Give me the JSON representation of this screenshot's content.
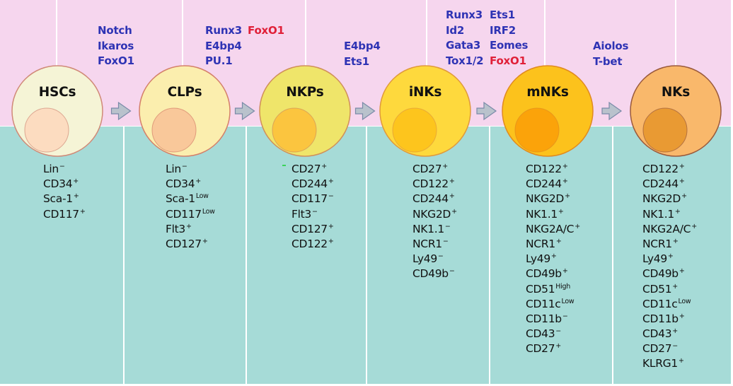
{
  "title": "NK cell development stages",
  "colors": {
    "tf_blue": "#2e33b4",
    "tf_red": "#e02038",
    "top_band": "#f6d6ee",
    "bottom_band": "#a6dbd7",
    "arrow_fill": "#b9c2cc"
  },
  "stages": [
    {
      "label": "HSCs",
      "outer_color": "#f5f4d6",
      "inner_color": "#fcdcc0",
      "markers": [
        {
          "name": "Lin",
          "sup": "−"
        },
        {
          "name": "CD34",
          "sup": "+"
        },
        {
          "name": "Sca-1",
          "sup": "+"
        },
        {
          "name": "CD117",
          "sup": "+"
        }
      ]
    },
    {
      "label": "CLPs",
      "outer_color": "#fbeeae",
      "inner_color": "#f9c89a",
      "markers": [
        {
          "name": "Lin",
          "sup": "−"
        },
        {
          "name": "CD34",
          "sup": "+"
        },
        {
          "name": "Sca-1",
          "sup": "Low"
        },
        {
          "name": "CD117",
          "sup": "Low"
        },
        {
          "name": "Flt3",
          "sup": "+"
        },
        {
          "name": "CD127",
          "sup": "+"
        }
      ]
    },
    {
      "label": "NKPs",
      "outer_color": "#efe56a",
      "inner_color": "#fbc53f",
      "markers": [
        {
          "name": "CD27",
          "sup": "+"
        },
        {
          "name": "CD244",
          "sup": "+"
        },
        {
          "name": "CD117",
          "sup": "−"
        },
        {
          "name": "Flt3",
          "sup": "−"
        },
        {
          "name": "CD127",
          "sup": "+"
        },
        {
          "name": "CD122",
          "sup": "+"
        }
      ]
    },
    {
      "label": "iNKs",
      "outer_color": "#fed93d",
      "inner_color": "#fdc51d",
      "markers": [
        {
          "name": "CD27",
          "sup": "+"
        },
        {
          "name": "CD122",
          "sup": "+"
        },
        {
          "name": "CD244",
          "sup": "+"
        },
        {
          "name": "NKG2D",
          "sup": "+"
        },
        {
          "name": "NK1.1",
          "sup": "−"
        },
        {
          "name": "NCR1",
          "sup": "−"
        },
        {
          "name": "Ly49",
          "sup": "−"
        },
        {
          "name": "CD49b",
          "sup": "−"
        }
      ]
    },
    {
      "label": "mNKs",
      "outer_color": "#fcc21c",
      "inner_color": "#fba30a",
      "markers": [
        {
          "name": "CD122",
          "sup": "+"
        },
        {
          "name": "CD244",
          "sup": "+"
        },
        {
          "name": "NKG2D",
          "sup": "+"
        },
        {
          "name": "NK1.1",
          "sup": "+"
        },
        {
          "name": "NKG2A/C",
          "sup": "+"
        },
        {
          "name": "NCR1",
          "sup": "+"
        },
        {
          "name": "Ly49",
          "sup": "+"
        },
        {
          "name": "CD49b",
          "sup": "+"
        },
        {
          "name": "CD51",
          "sup": "High"
        },
        {
          "name": "CD11c",
          "sup": "Low"
        },
        {
          "name": "CD11b",
          "sup": "−"
        },
        {
          "name": "CD43",
          "sup": "−"
        },
        {
          "name": "CD27",
          "sup": "+"
        }
      ]
    },
    {
      "label": "NKs",
      "outer_color": "#f9b86b",
      "inner_color": "#e99a33",
      "markers": [
        {
          "name": "CD122",
          "sup": "+"
        },
        {
          "name": "CD244",
          "sup": "+"
        },
        {
          "name": "NKG2D",
          "sup": "+"
        },
        {
          "name": "NK1.1",
          "sup": "+"
        },
        {
          "name": "NKG2A/C",
          "sup": "+"
        },
        {
          "name": "NCR1",
          "sup": "+"
        },
        {
          "name": "Ly49",
          "sup": "+"
        },
        {
          "name": "CD49b",
          "sup": "+"
        },
        {
          "name": "CD51",
          "sup": "+"
        },
        {
          "name": "CD11c",
          "sup": "Low"
        },
        {
          "name": "CD11b",
          "sup": "+"
        },
        {
          "name": "CD43",
          "sup": "+"
        },
        {
          "name": "CD27",
          "sup": "−"
        },
        {
          "name": "KLRG1",
          "sup": "+"
        }
      ]
    }
  ],
  "transitions": [
    {
      "from": "HSCs",
      "to": "CLPs",
      "factors": [
        [
          {
            "text": "Notch",
            "red": false
          }
        ],
        [
          {
            "text": "Ikaros",
            "red": false
          }
        ],
        [
          {
            "text": "FoxO1",
            "red": false
          }
        ]
      ]
    },
    {
      "from": "CLPs",
      "to": "NKPs",
      "factors": [
        [
          {
            "text": "Runx3",
            "red": false
          },
          {
            "text": "FoxO1",
            "red": true
          }
        ],
        [
          {
            "text": "E4bp4",
            "red": false
          }
        ],
        [
          {
            "text": "PU.1",
            "red": false
          }
        ]
      ]
    },
    {
      "from": "NKPs",
      "to": "iNKs",
      "factors": [
        [
          {
            "text": "E4bp4",
            "red": false
          }
        ],
        [
          {
            "text": "Ets1",
            "red": false
          }
        ]
      ]
    },
    {
      "from": "iNKs",
      "to": "mNKs",
      "factors": [
        [
          {
            "text": "Runx3",
            "red": false
          },
          {
            "text": "Ets1",
            "red": false
          }
        ],
        [
          {
            "text": "Id2",
            "red": false
          },
          {
            "text": "IRF2",
            "red": false
          }
        ],
        [
          {
            "text": "Gata3",
            "red": false
          },
          {
            "text": "Eomes",
            "red": false
          }
        ],
        [
          {
            "text": "Tox1/2",
            "red": false
          },
          {
            "text": "FoxO1",
            "red": true
          }
        ]
      ]
    },
    {
      "from": "mNKs",
      "to": "NKs",
      "factors": [
        [
          {
            "text": "Aiolos",
            "red": false
          }
        ],
        [
          {
            "text": "T-bet",
            "red": false
          }
        ]
      ]
    }
  ]
}
